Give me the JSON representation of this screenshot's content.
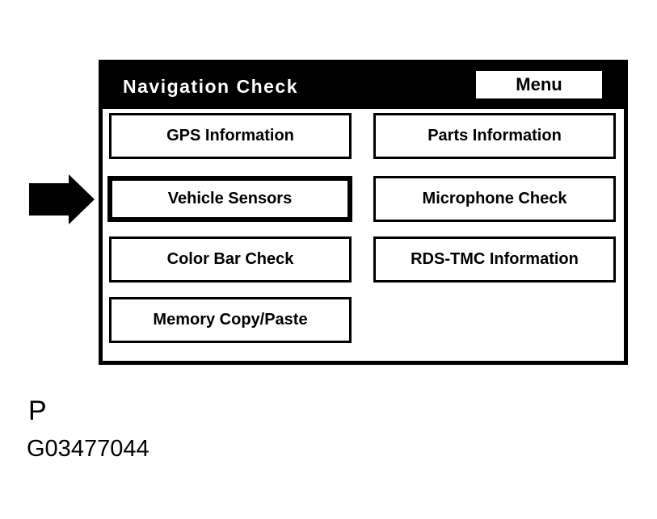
{
  "screen": {
    "title": "Navigation Check",
    "menu_button_label": "Menu",
    "buttons": [
      {
        "label": "GPS Information",
        "selected": false
      },
      {
        "label": "Parts Information",
        "selected": false
      },
      {
        "label": "Vehicle Sensors",
        "selected": true
      },
      {
        "label": "Microphone Check",
        "selected": false
      },
      {
        "label": "Color Bar Check",
        "selected": false
      },
      {
        "label": "RDS-TMC Information",
        "selected": false
      },
      {
        "label": "Memory Copy/Paste",
        "selected": false
      }
    ]
  },
  "pointer": {
    "icon": "right-arrow-icon",
    "points_to": "Vehicle Sensors"
  },
  "captions": {
    "figure_label": "P",
    "figure_code": "G03477044"
  },
  "colors": {
    "background": "#ffffff",
    "header_bg": "#000000",
    "header_text": "#ffffff",
    "button_bg": "#ffffff",
    "button_text": "#000000",
    "border": "#000000"
  }
}
